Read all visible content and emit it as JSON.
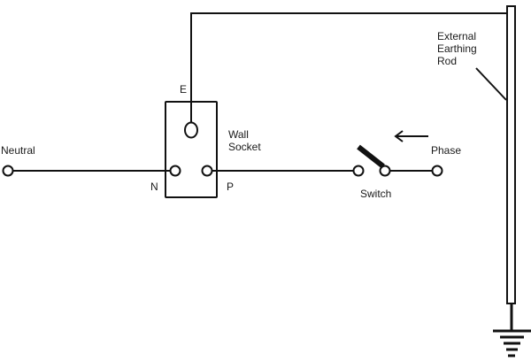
{
  "diagram": {
    "title": "Wall socket earthing circuit",
    "labels": {
      "neutral": "Neutral",
      "earth_pin": "E",
      "neutral_pin": "N",
      "phase_pin": "P",
      "wall_socket_line1": "Wall",
      "wall_socket_line2": "Socket",
      "switch": "Switch",
      "phase": "Phase",
      "rod_line1": "External",
      "rod_line2": "Earthing",
      "rod_line3": "Rod"
    },
    "components": [
      {
        "id": "neutral-terminal",
        "type": "terminal"
      },
      {
        "id": "wall-socket",
        "type": "socket",
        "pins": [
          "E",
          "N",
          "P"
        ]
      },
      {
        "id": "switch",
        "type": "single-pole switch",
        "state": "open"
      },
      {
        "id": "phase-terminal",
        "type": "terminal"
      },
      {
        "id": "earthing-rod",
        "type": "earth rod"
      },
      {
        "id": "ground",
        "type": "earth-ground-symbol"
      }
    ],
    "connections": [
      {
        "from": "neutral-terminal",
        "to": "wall-socket.N"
      },
      {
        "from": "wall-socket.P",
        "to": "switch"
      },
      {
        "from": "switch",
        "to": "phase-terminal"
      },
      {
        "from": "wall-socket.E",
        "to": "earthing-rod"
      },
      {
        "from": "earthing-rod",
        "to": "ground"
      }
    ],
    "arrow": {
      "direction": "left",
      "meaning": "current flow from phase"
    },
    "colors": {
      "line": "#111111",
      "background": "#ffffff"
    }
  }
}
